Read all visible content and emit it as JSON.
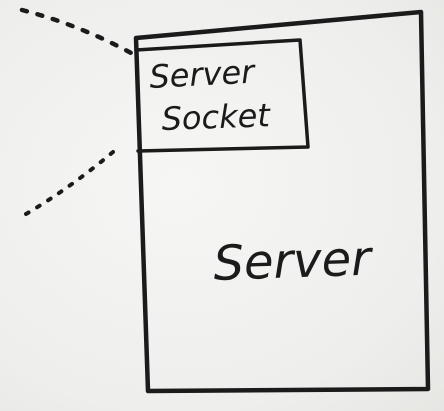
{
  "diagram": {
    "socket_label_line1": "Server",
    "socket_label_line2": "Socket",
    "server_label": "Server",
    "ink_color": "#1b1b1b",
    "paper_color": "#f3f3f1"
  }
}
